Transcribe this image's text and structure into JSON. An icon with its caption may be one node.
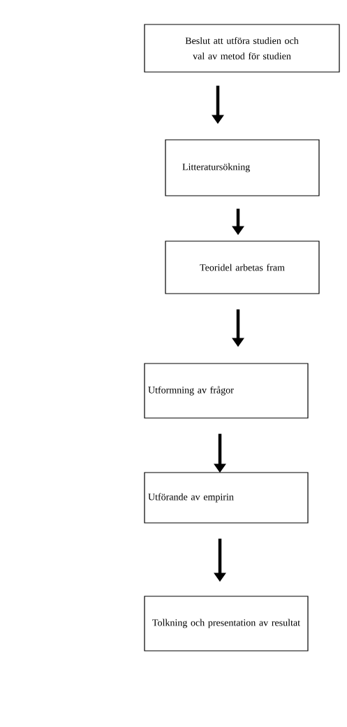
{
  "diagram": {
    "nodes": [
      {
        "text": [
          "Beslut att utföra studien och val av metod för studien"
        ]
      },
      {
        "text": [
          "Litteratursökning"
        ]
      },
      {
        "text": [
          "Teoridel arbetas fram"
        ]
      },
      {
        "text": [
          "Utformning av frågor"
        ]
      },
      {
        "text": [
          "Utförande av empirin"
        ]
      },
      {
        "text": [
          "Tolkning och presentation av resultat"
        ]
      }
    ],
    "edges": [
      {
        "from": 0,
        "to": 1,
        "arrow": "to"
      },
      {
        "from": 1,
        "to": 2,
        "arrow": "to"
      },
      {
        "from": 2,
        "to": 3,
        "arrow": "to"
      },
      {
        "from": 3,
        "to": 4,
        "arrow": "to"
      },
      {
        "from": 4,
        "to": 5,
        "arrow": "to"
      }
    ]
  }
}
